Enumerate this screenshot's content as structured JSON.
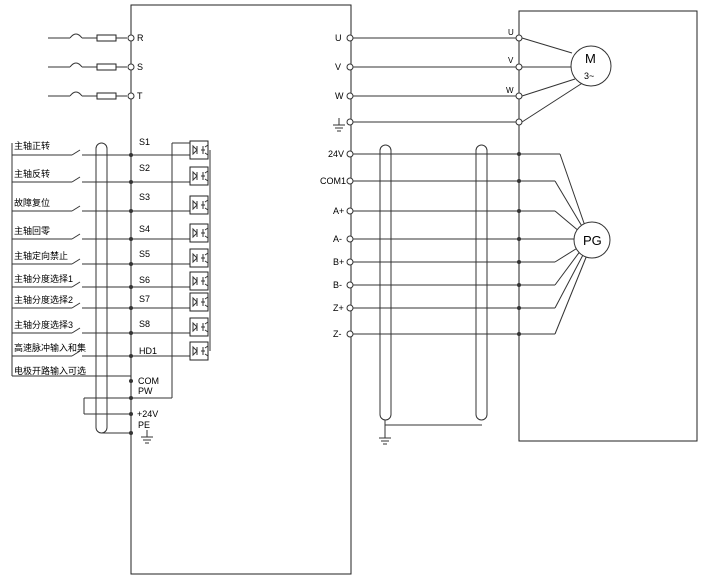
{
  "power": {
    "inputs": [
      "R",
      "S",
      "T"
    ]
  },
  "digital_inputs": [
    {
      "terminal": "S1",
      "function": "主轴正转"
    },
    {
      "terminal": "S2",
      "function": "主轴反转"
    },
    {
      "terminal": "S3",
      "function": "故障复位"
    },
    {
      "terminal": "S4",
      "function": "主轴回零"
    },
    {
      "terminal": "S5",
      "function": "主轴定向禁止"
    },
    {
      "terminal": "S6",
      "function": "主轴分度选择1"
    },
    {
      "terminal": "S7",
      "function": "主轴分度选择2"
    },
    {
      "terminal": "S8",
      "function": "主轴分度选择3"
    },
    {
      "terminal": "HD1",
      "function": "高速脉冲输入和集"
    }
  ],
  "extra_note": "电极开路输入可选",
  "common_terminals": [
    "COM",
    "PW",
    "+24V",
    "PE"
  ],
  "motor": {
    "outputs": [
      "U",
      "V",
      "W"
    ],
    "symbol": "M",
    "symbol_sub": "3~"
  },
  "encoder": {
    "terminals": [
      "24V",
      "COM1",
      "A+",
      "A-",
      "B+",
      "B-",
      "Z+",
      "Z-"
    ],
    "symbol": "PG"
  }
}
